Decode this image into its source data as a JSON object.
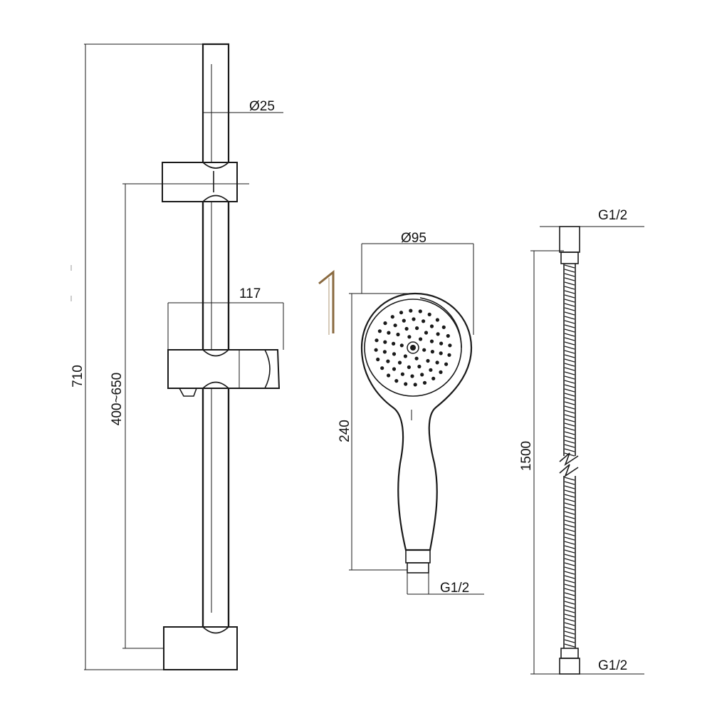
{
  "rail": {
    "total_length_label": "710",
    "bracket_distance_label": "400~650",
    "rail_diameter_label": "Ø25",
    "slider_width_label": "117"
  },
  "handset": {
    "head_diameter_label": "Ø95",
    "length_label": "240",
    "thread_label": "G1/2"
  },
  "hose": {
    "length_label": "1500",
    "top_thread_label": "G1/2",
    "bottom_thread_label": "G1/2"
  },
  "colors": {
    "line": "#1a1a1a",
    "background": "#ffffff",
    "mark": "#8a6a40"
  }
}
